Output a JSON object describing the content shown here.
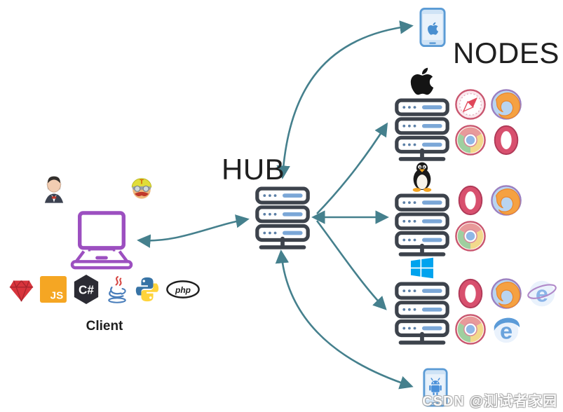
{
  "title": "Selenium Grid architecture diagram",
  "labels": {
    "hub": "HUB",
    "nodes": "NODES",
    "client": "Client"
  },
  "watermark": "CSDN @测试者家园",
  "colors": {
    "arrow": "#45808d",
    "text": "#1f1f1f",
    "server_outline": "#3d434c",
    "server_dot": "#5b7fa6",
    "server_bar": "#7ba7d7",
    "laptop": "#9c4fc0",
    "device_stroke": "#5b9bd5",
    "device_fill": "#cfe3f6",
    "windows_blue": "#00a3ee",
    "apple_black": "#141414"
  },
  "hub": {
    "label": "HUB",
    "icon": "server"
  },
  "devices": [
    {
      "id": "ios-phone",
      "icon": "iphone"
    },
    {
      "id": "android-phone",
      "icon": "android"
    }
  ],
  "nodes": [
    {
      "id": "mac-node",
      "os": "apple",
      "icon": "server",
      "browsers": [
        "safari",
        "firefox",
        "chrome",
        "opera"
      ],
      "cols": 2
    },
    {
      "id": "linux-node",
      "os": "linux",
      "icon": "server",
      "browsers": [
        "opera",
        "firefox",
        "chrome"
      ],
      "cols": 2
    },
    {
      "id": "windows-node",
      "os": "windows",
      "icon": "server",
      "browsers": [
        "opera",
        "firefox",
        "ie",
        "chrome",
        "edge"
      ],
      "cols": 3
    }
  ],
  "client": {
    "label": "Client",
    "device_icon": "laptop",
    "ci_tools": [
      "jenkins",
      "travis"
    ],
    "languages": [
      "ruby",
      "js",
      "csharp",
      "java",
      "python",
      "php"
    ]
  },
  "connections": [
    {
      "from": "hub",
      "to": "ios-phone",
      "bidirectional": true
    },
    {
      "from": "hub",
      "to": "mac-node",
      "bidirectional": false
    },
    {
      "from": "hub",
      "to": "linux-node",
      "bidirectional": false
    },
    {
      "from": "hub",
      "to": "windows-node",
      "bidirectional": false
    },
    {
      "from": "hub",
      "to": "android-phone",
      "bidirectional": true
    },
    {
      "from": "hub",
      "to": "client",
      "bidirectional": true
    }
  ]
}
